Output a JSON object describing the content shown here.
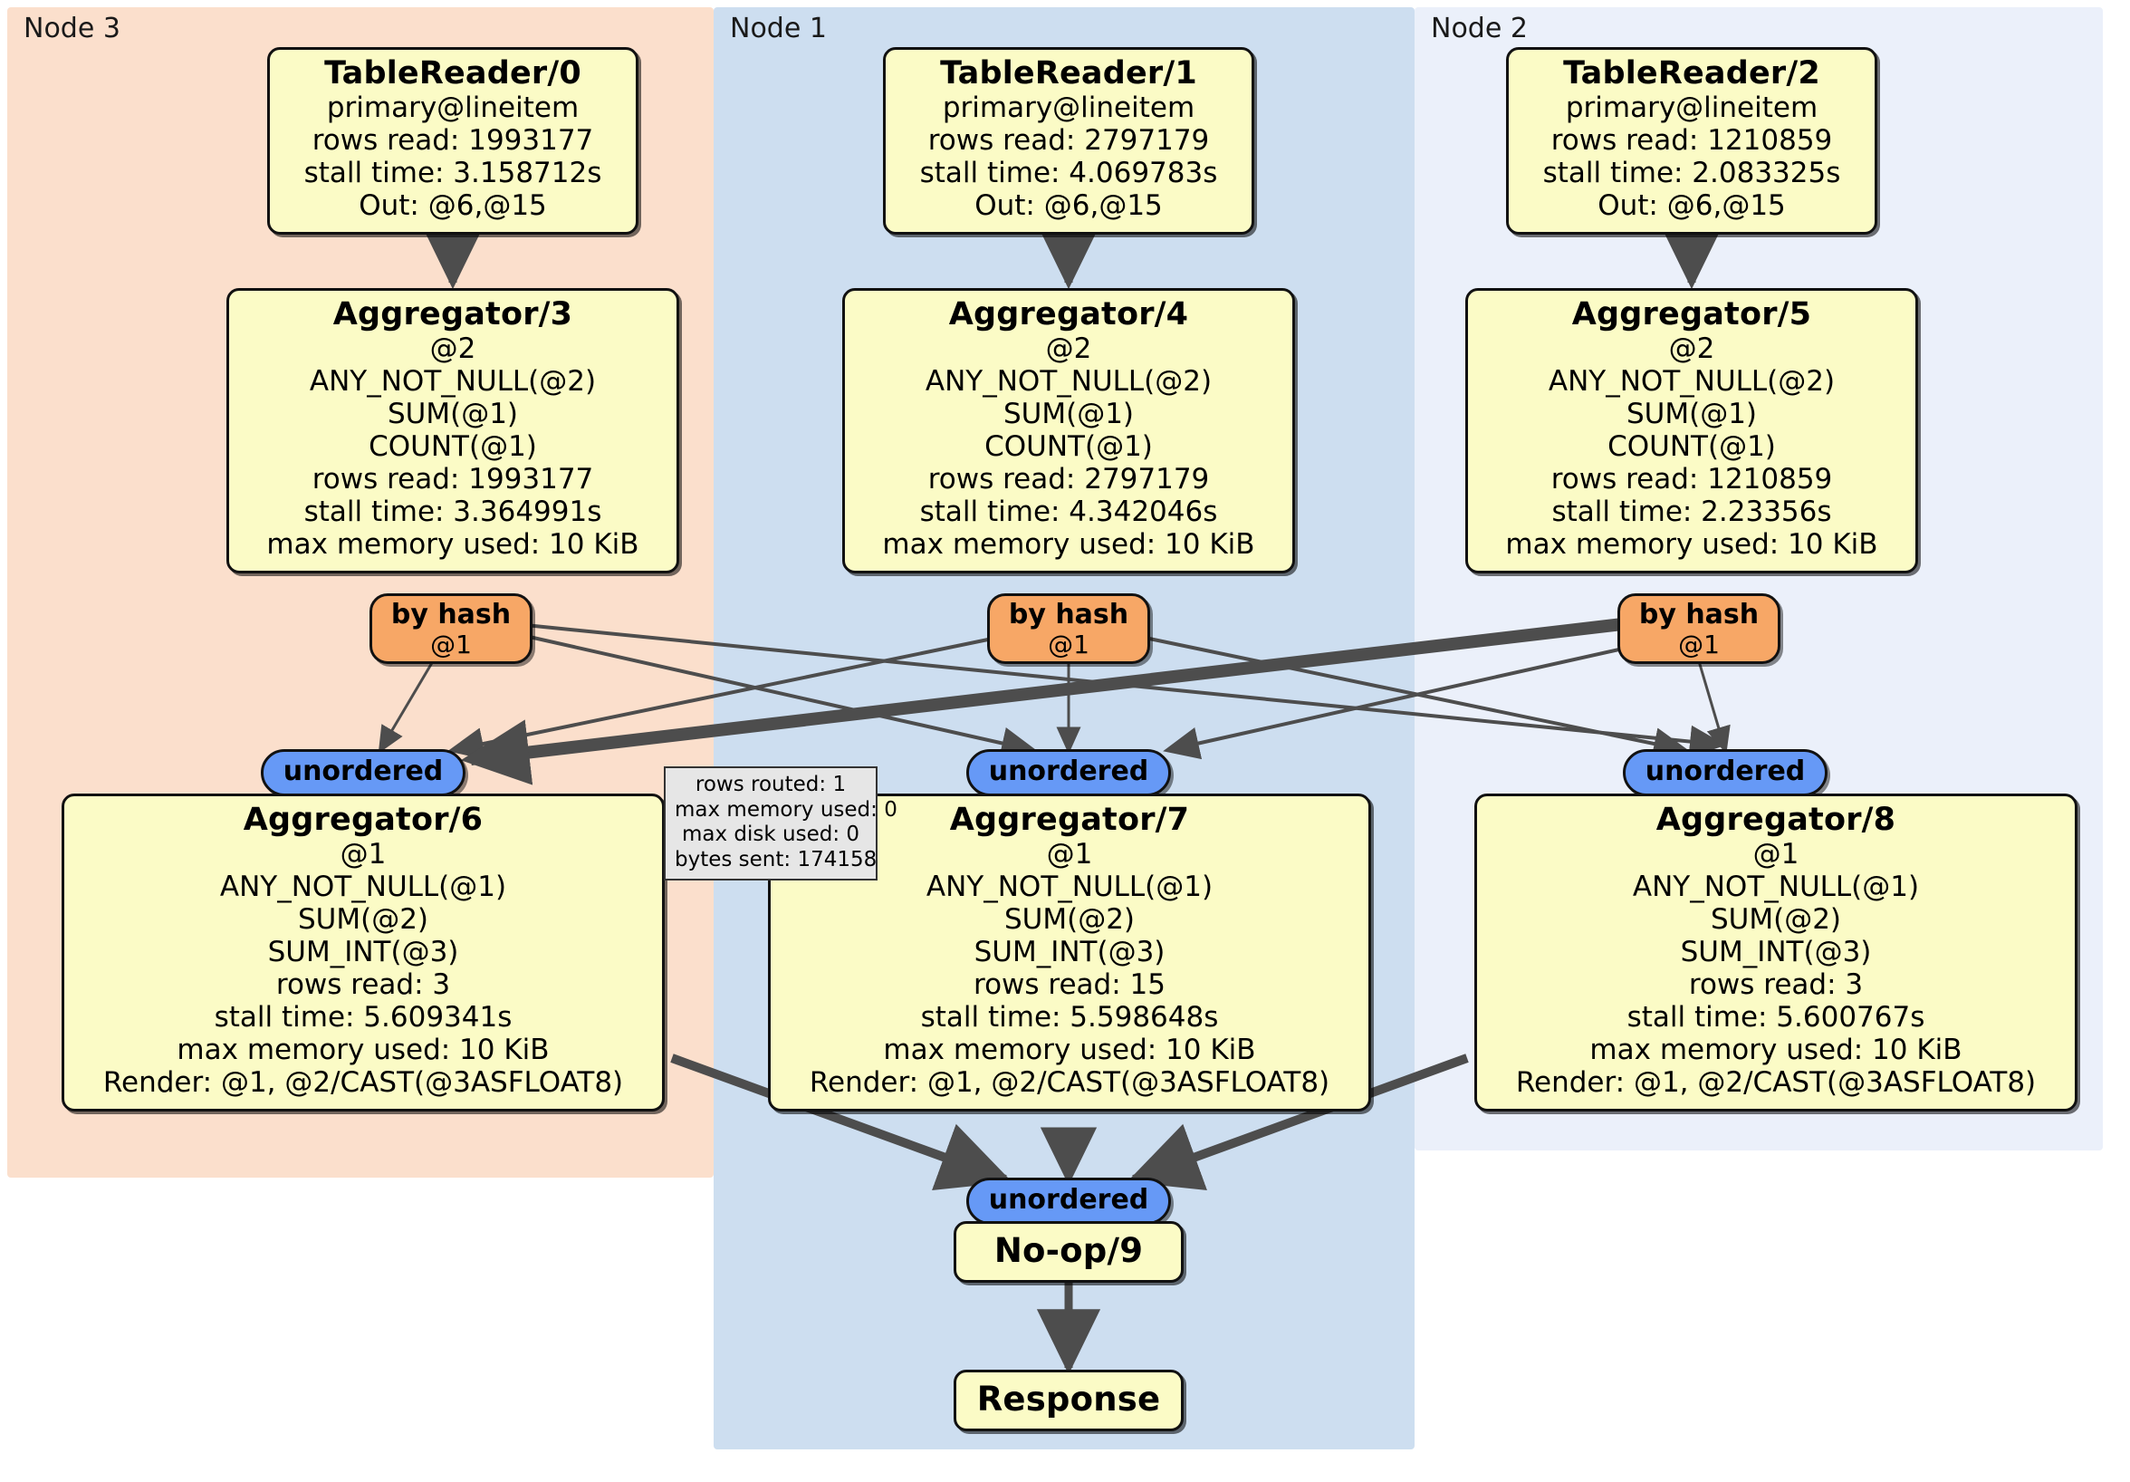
{
  "diagram": {
    "type": "distributed-query-execution-plan",
    "node_groups": [
      {
        "id": "node3",
        "label": "Node 3",
        "color": "#fbdfcc"
      },
      {
        "id": "node1",
        "label": "Node 1",
        "color": "#cddef0"
      },
      {
        "id": "node2",
        "label": "Node 2",
        "color": "#ebf0fa"
      }
    ],
    "colors": {
      "processor_fill": "#fbfbc6",
      "hash_router_fill": "#f7a766",
      "unordered_stream_fill": "#6699f6",
      "tooltip_fill": "#e6e6e6",
      "edge_stroke": "#4d4d4d",
      "border": "#111111"
    },
    "processors": {
      "table_reader_0": {
        "title": "TableReader/0",
        "lines": [
          "primary@lineitem",
          "rows read: 1993177",
          "stall time: 3.158712s",
          "Out: @6,@15"
        ]
      },
      "table_reader_1": {
        "title": "TableReader/1",
        "lines": [
          "primary@lineitem",
          "rows read: 2797179",
          "stall time: 4.069783s",
          "Out: @6,@15"
        ]
      },
      "table_reader_2": {
        "title": "TableReader/2",
        "lines": [
          "primary@lineitem",
          "rows read: 1210859",
          "stall time: 2.083325s",
          "Out: @6,@15"
        ]
      },
      "aggregator_3": {
        "title": "Aggregator/3",
        "lines": [
          "@2",
          "ANY_NOT_NULL(@2)",
          "SUM(@1)",
          "COUNT(@1)",
          "rows read: 1993177",
          "stall time: 3.364991s",
          "max memory used: 10 KiB"
        ]
      },
      "aggregator_4": {
        "title": "Aggregator/4",
        "lines": [
          "@2",
          "ANY_NOT_NULL(@2)",
          "SUM(@1)",
          "COUNT(@1)",
          "rows read: 2797179",
          "stall time: 4.342046s",
          "max memory used: 10 KiB"
        ]
      },
      "aggregator_5": {
        "title": "Aggregator/5",
        "lines": [
          "@2",
          "ANY_NOT_NULL(@2)",
          "SUM(@1)",
          "COUNT(@1)",
          "rows read: 1210859",
          "stall time: 2.23356s",
          "max memory used: 10 KiB"
        ]
      },
      "aggregator_6": {
        "title": "Aggregator/6",
        "lines": [
          "@1",
          "ANY_NOT_NULL(@1)",
          "SUM(@2)",
          "SUM_INT(@3)",
          "rows read: 3",
          "stall time: 5.609341s",
          "max memory used: 10 KiB",
          "Render: @1, @2/CAST(@3ASFLOAT8)"
        ]
      },
      "aggregator_7": {
        "title": "Aggregator/7",
        "lines": [
          "@1",
          "ANY_NOT_NULL(@1)",
          "SUM(@2)",
          "SUM_INT(@3)",
          "rows read: 15",
          "stall time: 5.598648s",
          "max memory used: 10 KiB",
          "Render: @1, @2/CAST(@3ASFLOAT8)"
        ]
      },
      "aggregator_8": {
        "title": "Aggregator/8",
        "lines": [
          "@1",
          "ANY_NOT_NULL(@1)",
          "SUM(@2)",
          "SUM_INT(@3)",
          "rows read: 3",
          "stall time: 5.600767s",
          "max memory used: 10 KiB",
          "Render: @1, @2/CAST(@3ASFLOAT8)"
        ]
      },
      "noop_9": {
        "title": "No-op/9",
        "lines": []
      },
      "response": {
        "title": "Response",
        "lines": []
      }
    },
    "routers": {
      "hash_left": {
        "label": "by hash",
        "column": "@1"
      },
      "hash_middle": {
        "label": "by hash",
        "column": "@1"
      },
      "hash_right": {
        "label": "by hash",
        "column": "@1"
      }
    },
    "streams": {
      "unordered_left": {
        "label": "unordered"
      },
      "unordered_middle": {
        "label": "unordered"
      },
      "unordered_right": {
        "label": "unordered"
      },
      "unordered_final": {
        "label": "unordered"
      }
    },
    "tooltip": {
      "lines": [
        "rows routed: 1",
        "max memory used: 0",
        "max disk used: 0",
        "bytes sent: 174158"
      ]
    }
  }
}
